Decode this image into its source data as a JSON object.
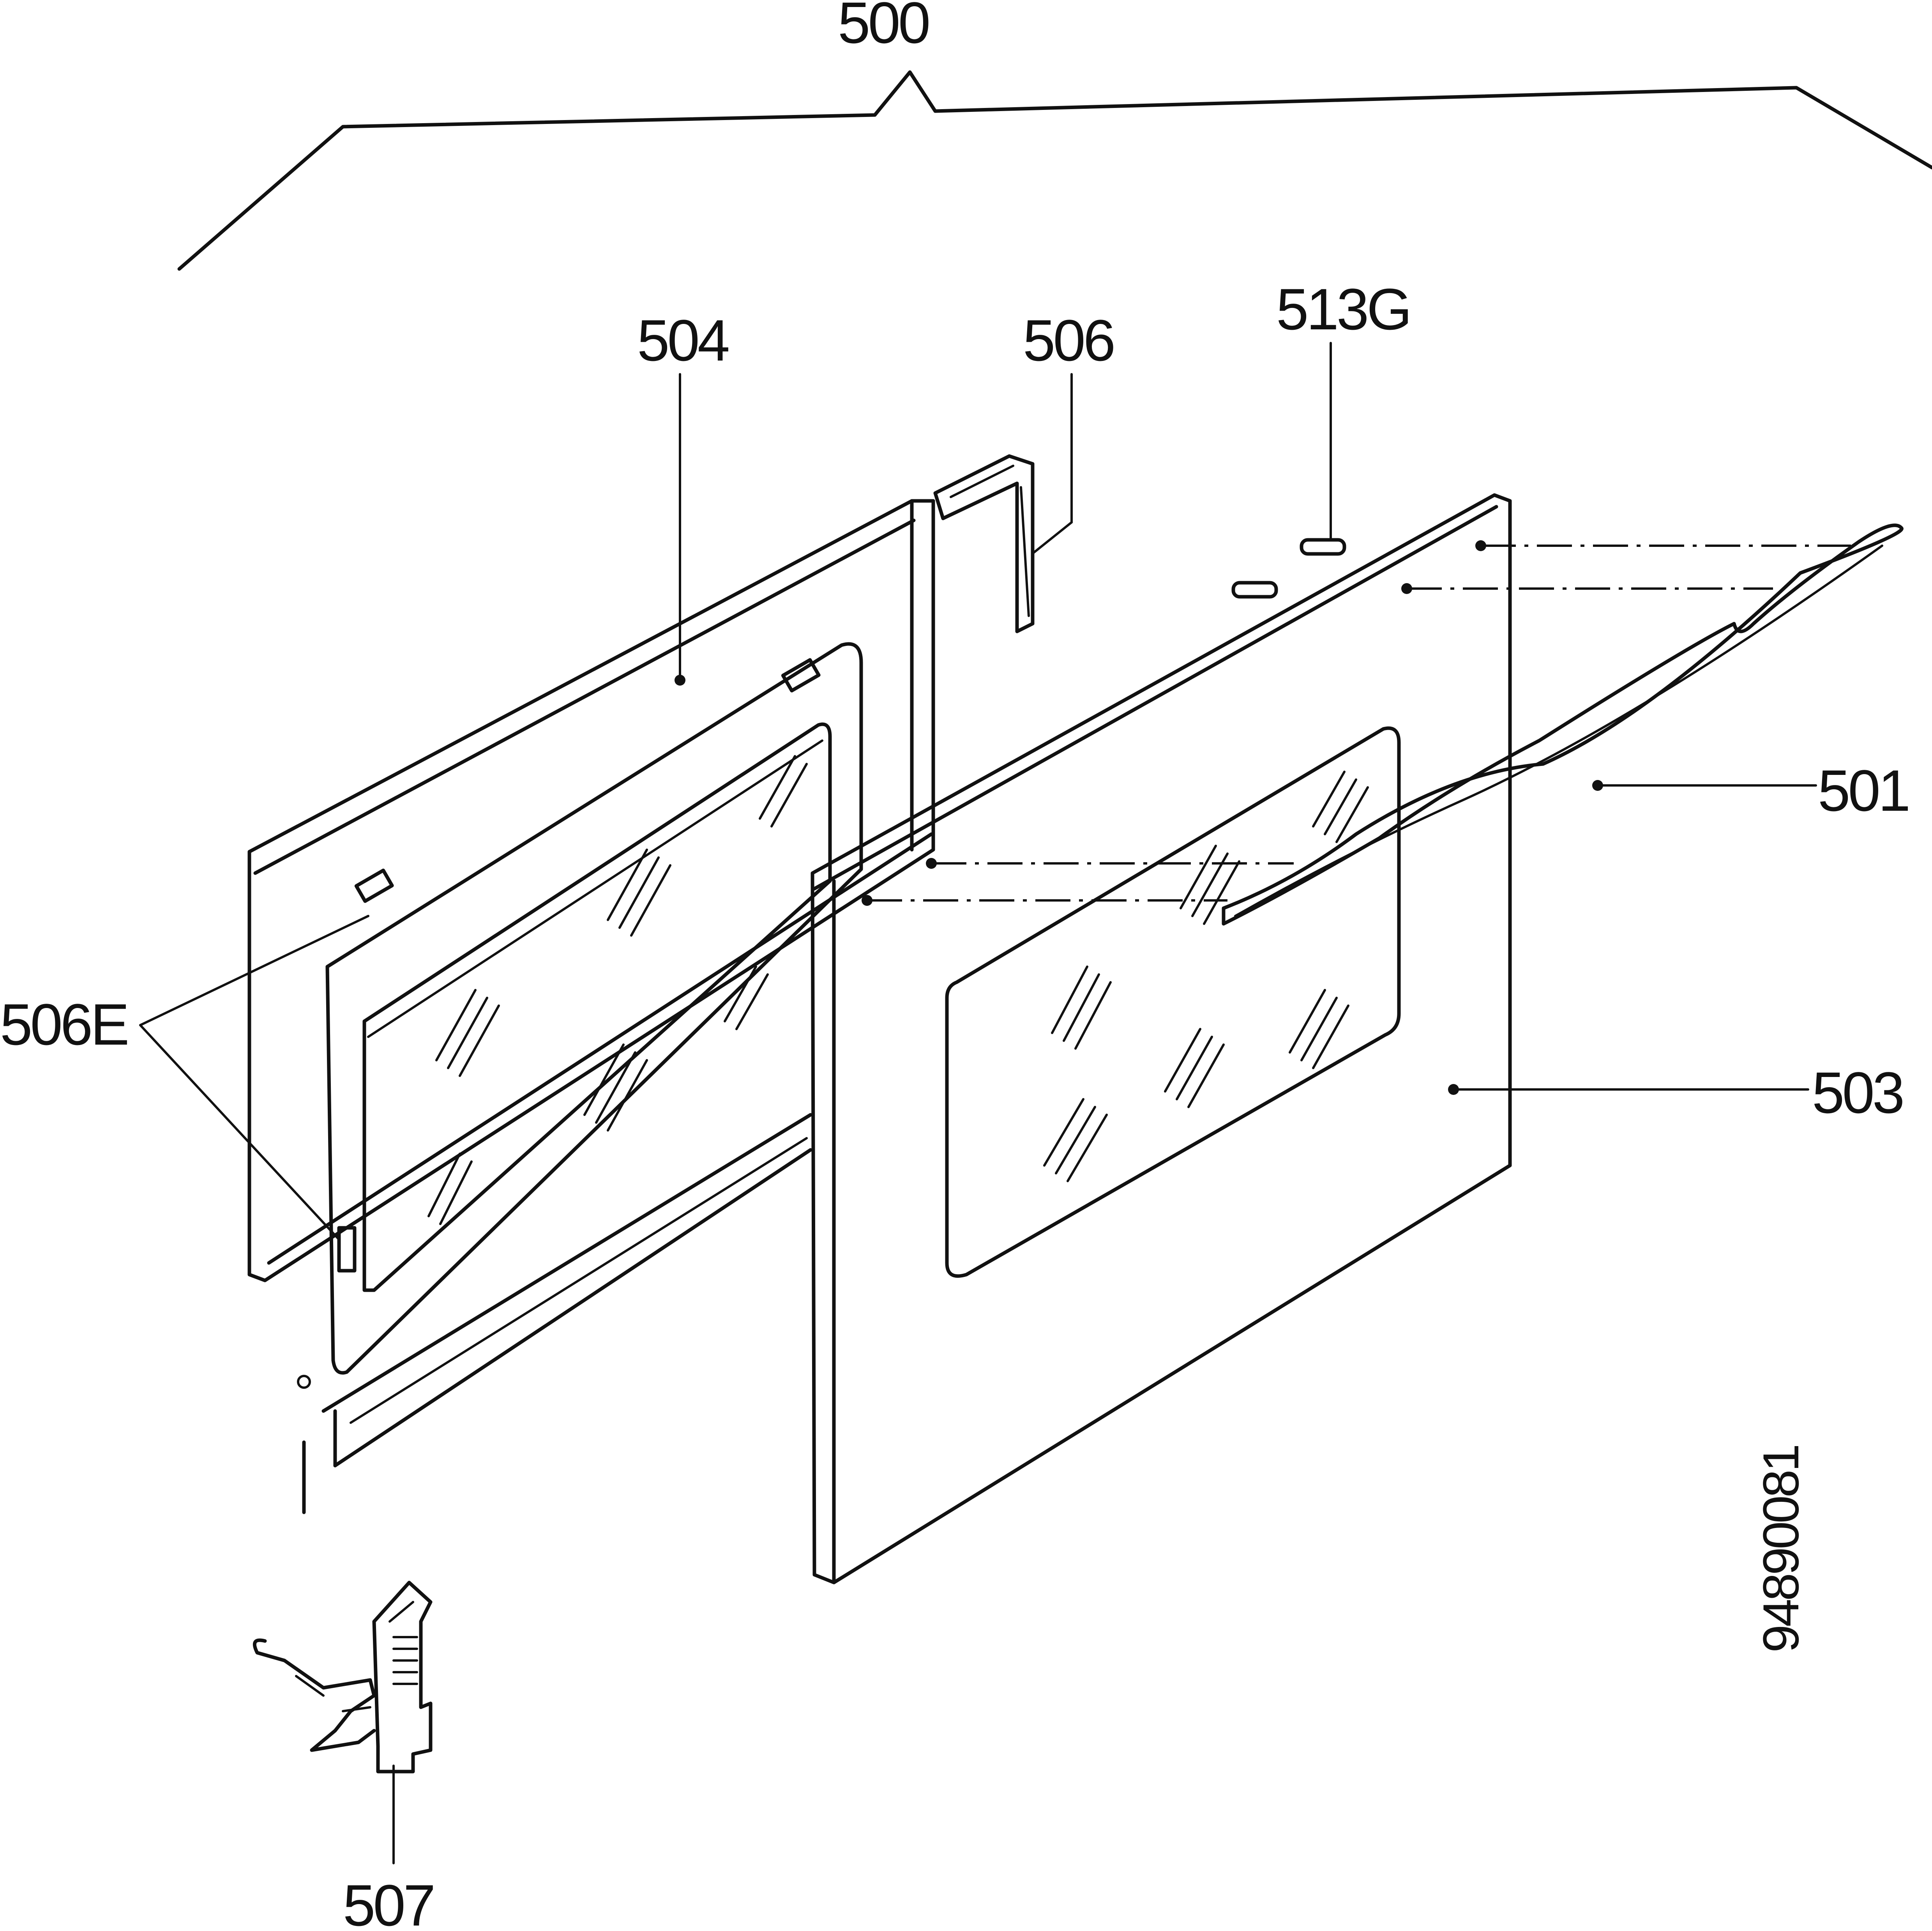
{
  "labels": {
    "assembly": "500",
    "handle": "501",
    "outer_panel": "503",
    "inner_door": "504",
    "seal": "506",
    "seal_clip": "506E",
    "hinge": "507",
    "screw": "513G",
    "drawing_number": "94890081"
  }
}
